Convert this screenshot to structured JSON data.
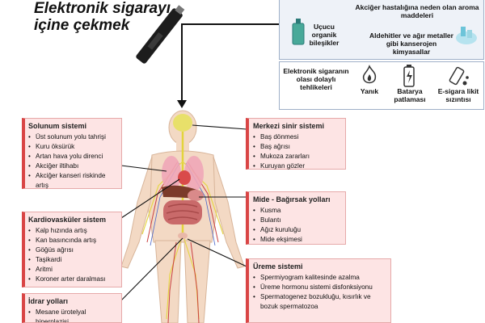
{
  "title": {
    "line1": "Elektronik sigarayı",
    "line2": "içine çekmek"
  },
  "top_panel": {
    "volatile": "Uçucu organik bileşikler",
    "aroma": "Akciğer hastalığına neden olan aroma maddeleri",
    "metals": "Aldehitler ve ağır metaller gibi kanserojen kimyasallar"
  },
  "hazards": {
    "heading": "Elektronik sigaranın olası dolaylı tehlikeleri",
    "burn": "Yanık",
    "battery": "Batarya patlaması",
    "leak": "E-sigara likit sızıntısı"
  },
  "boxes": {
    "respiratory": {
      "title": "Solunum sistemi",
      "items": [
        "Üst solunum yolu tahrişi",
        "Kuru öksürük",
        "Artan hava yolu direnci",
        "Akciğer iltihabı",
        "Akciğer kanseri riskinde artış"
      ]
    },
    "cardio": {
      "title": "Kardiovasküler sistem",
      "items": [
        "Kalp hızında artış",
        "Kan basıncında artış",
        "Göğüs ağrısı",
        "Taşikardi",
        "Aritmi",
        "Koroner arter daralması"
      ]
    },
    "urinary": {
      "title": "İdrar yolları",
      "items": [
        "Mesane ürotelyal hiperplazisi"
      ]
    },
    "nervous": {
      "title": "Merkezi sinir sistemi",
      "items": [
        "Baş dönmesi",
        "Baş ağrısı",
        "Mukoza zararları",
        "Kuruyan gözler"
      ]
    },
    "gi": {
      "title": "Mide - Bağırsak yolları",
      "items": [
        "Kusma",
        "Bulantı",
        "Ağız kuruluğu",
        "Mide ekşimesi"
      ]
    },
    "repro": {
      "title": "Üreme sistemi",
      "items": [
        "Spermiyogram kalitesinde azalma",
        "Üreme hormonu sistemi disfonksiyonu",
        "Spermatogenez bozukluğu, kısırlık ve bozuk spermatozoa"
      ]
    }
  },
  "colors": {
    "box_fill": "#fde4e4",
    "box_accent": "#d94545",
    "panel_fill": "#eef2f8",
    "body_skin": "#f3d9c4"
  }
}
